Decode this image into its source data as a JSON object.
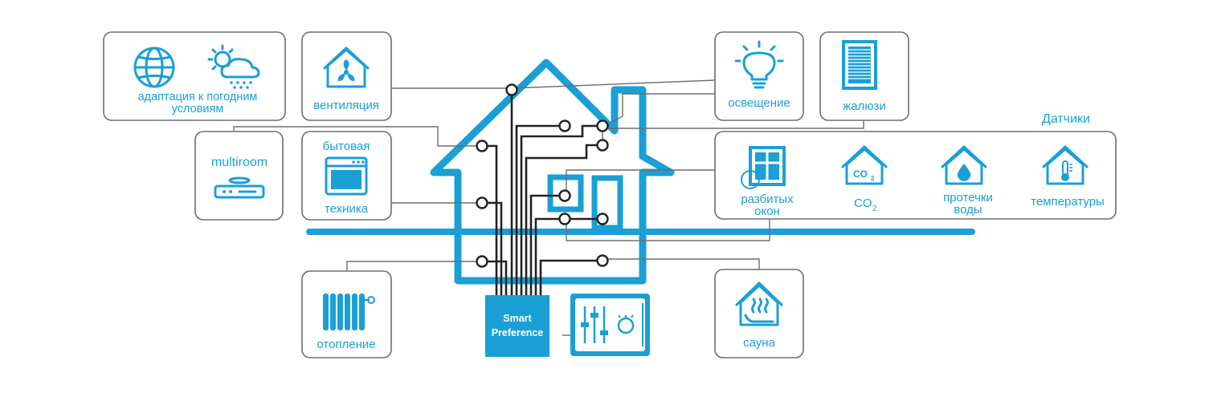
{
  "weather": {
    "line1": "адаптация к погодним",
    "line2": "условиям"
  },
  "ventilation": {
    "label": "вентиляция"
  },
  "lighting": {
    "label": "освещение"
  },
  "blinds": {
    "label": "жалюзи"
  },
  "multiroom": {
    "label": "multiroom"
  },
  "appliances": {
    "line1": "бытовая",
    "line2": "техника"
  },
  "sensors": {
    "title": "Датчики",
    "broken_windows": {
      "line1": "разбитых",
      "line2": "окон"
    },
    "co2": {
      "label": "CO",
      "sub": "2",
      "icon_label": "CO",
      "icon_sub": "2"
    },
    "leaks": {
      "line1": "протечки",
      "line2": "воды"
    },
    "temperature": {
      "label": "температуры"
    }
  },
  "heating": {
    "label": "отопление"
  },
  "sauna": {
    "label": "сауна"
  },
  "controller": {
    "line1": "Smart",
    "line2": "Preference"
  },
  "colors": {
    "accent": "#1a9fd6",
    "border": "#6e6e6e",
    "wire": "#222222"
  },
  "icons": [
    "globe-icon",
    "sun-cloud-rain-icon",
    "house-fan-icon",
    "lightbulb-icon",
    "blinds-icon",
    "media-player-icon",
    "oven-icon",
    "window-icon",
    "house-co2-icon",
    "house-drop-icon",
    "house-thermometer-icon",
    "radiator-icon",
    "house-steam-icon",
    "equalizer-panel-icon"
  ]
}
